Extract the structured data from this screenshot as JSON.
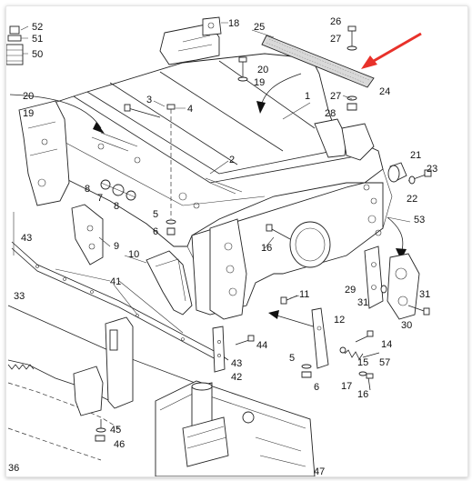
{
  "diagram": {
    "accent_arrow_color": "#e8312a",
    "labels": [
      {
        "id": "l52",
        "text": "52"
      },
      {
        "id": "l51",
        "text": "51"
      },
      {
        "id": "l50",
        "text": "50"
      },
      {
        "id": "l20a",
        "text": "20"
      },
      {
        "id": "l19a",
        "text": "19"
      },
      {
        "id": "l18",
        "text": "18"
      },
      {
        "id": "l25",
        "text": "25"
      },
      {
        "id": "l26",
        "text": "26"
      },
      {
        "id": "l27a",
        "text": "27"
      },
      {
        "id": "l20b",
        "text": "20"
      },
      {
        "id": "l19b",
        "text": "19"
      },
      {
        "id": "l24",
        "text": "24"
      },
      {
        "id": "l1",
        "text": "1"
      },
      {
        "id": "l27b",
        "text": "27"
      },
      {
        "id": "l28",
        "text": "28"
      },
      {
        "id": "l3",
        "text": "3"
      },
      {
        "id": "l4",
        "text": "4"
      },
      {
        "id": "l2",
        "text": "2"
      },
      {
        "id": "l21",
        "text": "21"
      },
      {
        "id": "l23",
        "text": "23"
      },
      {
        "id": "l22",
        "text": "22"
      },
      {
        "id": "l8a",
        "text": "8"
      },
      {
        "id": "l7",
        "text": "7"
      },
      {
        "id": "l8b",
        "text": "8"
      },
      {
        "id": "l5a",
        "text": "5"
      },
      {
        "id": "l6a",
        "text": "6"
      },
      {
        "id": "l53",
        "text": "53"
      },
      {
        "id": "l43a",
        "text": "43"
      },
      {
        "id": "l9",
        "text": "9"
      },
      {
        "id": "l16a",
        "text": "16"
      },
      {
        "id": "l10",
        "text": "10"
      },
      {
        "id": "l41",
        "text": "41"
      },
      {
        "id": "l29",
        "text": "29"
      },
      {
        "id": "l31a",
        "text": "31"
      },
      {
        "id": "l31b",
        "text": "31"
      },
      {
        "id": "l30",
        "text": "30"
      },
      {
        "id": "l33",
        "text": "33"
      },
      {
        "id": "l11",
        "text": "11"
      },
      {
        "id": "l12",
        "text": "12"
      },
      {
        "id": "l44",
        "text": "44"
      },
      {
        "id": "l14",
        "text": "14"
      },
      {
        "id": "l57",
        "text": "57"
      },
      {
        "id": "l43b",
        "text": "43"
      },
      {
        "id": "l42",
        "text": "42"
      },
      {
        "id": "l5b",
        "text": "5"
      },
      {
        "id": "l15",
        "text": "15"
      },
      {
        "id": "l6b",
        "text": "6"
      },
      {
        "id": "l17",
        "text": "17"
      },
      {
        "id": "l16b",
        "text": "16"
      },
      {
        "id": "l45",
        "text": "45"
      },
      {
        "id": "l46",
        "text": "46"
      },
      {
        "id": "l36",
        "text": "36"
      },
      {
        "id": "l47",
        "text": "47"
      }
    ]
  }
}
